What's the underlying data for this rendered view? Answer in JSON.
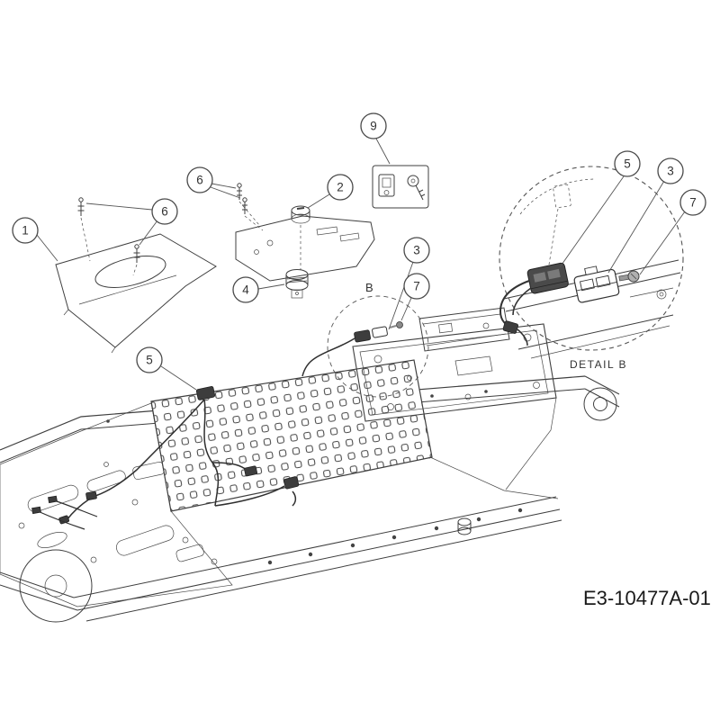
{
  "diagram": {
    "part_code": "E3-10477A-01",
    "detail_caption": "DETAIL B",
    "region_label": "B",
    "highlight_color": "#f0e95a",
    "callouts": [
      {
        "label": "1",
        "highlighted": false
      },
      {
        "label": "6",
        "highlighted": false
      },
      {
        "label": "6",
        "highlighted": false
      },
      {
        "label": "2",
        "highlighted": false
      },
      {
        "label": "9",
        "highlighted": false
      },
      {
        "label": "4",
        "highlighted": false
      },
      {
        "label": "3",
        "highlighted": false
      },
      {
        "label": "7",
        "highlighted": false
      },
      {
        "label": "5",
        "highlighted": true
      },
      {
        "label": "5",
        "highlighted": true
      },
      {
        "label": "3",
        "highlighted": false
      },
      {
        "label": "7",
        "highlighted": false
      }
    ]
  }
}
